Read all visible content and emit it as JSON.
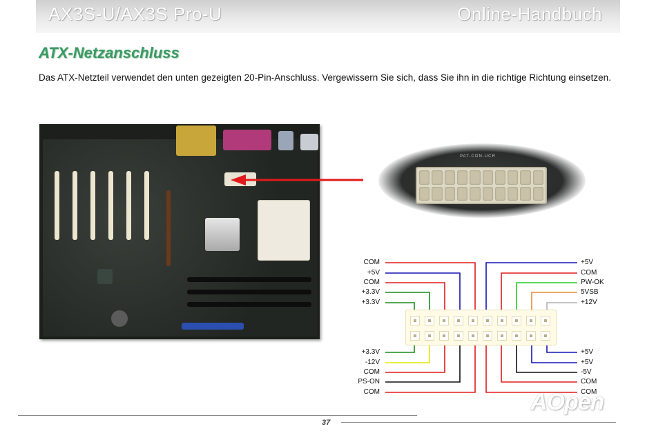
{
  "header": {
    "left_title": "AX3S-U/AX3S Pro-U",
    "right_title": "Online-Handbuch"
  },
  "section": {
    "title": "ATX-Netzanschluss",
    "intro": "Das ATX-Netzteil verwendet den unten gezeigten 20-Pin-Anschluss. Vergewissern Sie sich, dass Sie ihn in die richtige Richtung einsetzen."
  },
  "photo": {
    "board_silkscreen": "PAT-CON-UCR"
  },
  "pinout": {
    "left_top": [
      "COM",
      "+5V",
      "COM",
      "+3.3V",
      "+3.3V"
    ],
    "left_bottom": [
      "+3.3V",
      "-12V",
      "COM",
      "PS-ON",
      "COM"
    ],
    "right_top": [
      "+5V",
      "COM",
      "PW-OK",
      "5VSB",
      "+12V"
    ],
    "right_bottom": [
      "+5V",
      "+5V",
      "-5V",
      "COM",
      "COM"
    ],
    "wire_colors": {
      "red": "#e01b1b",
      "blue": "#1414b4",
      "green": "#1a8a1a",
      "yellow": "#e6e600",
      "black": "#111111",
      "lime": "#22cc22",
      "orange": "#e58a3a",
      "gray": "#b0b0b0"
    }
  },
  "footer": {
    "page_number": "37",
    "logo": "AOpen"
  }
}
